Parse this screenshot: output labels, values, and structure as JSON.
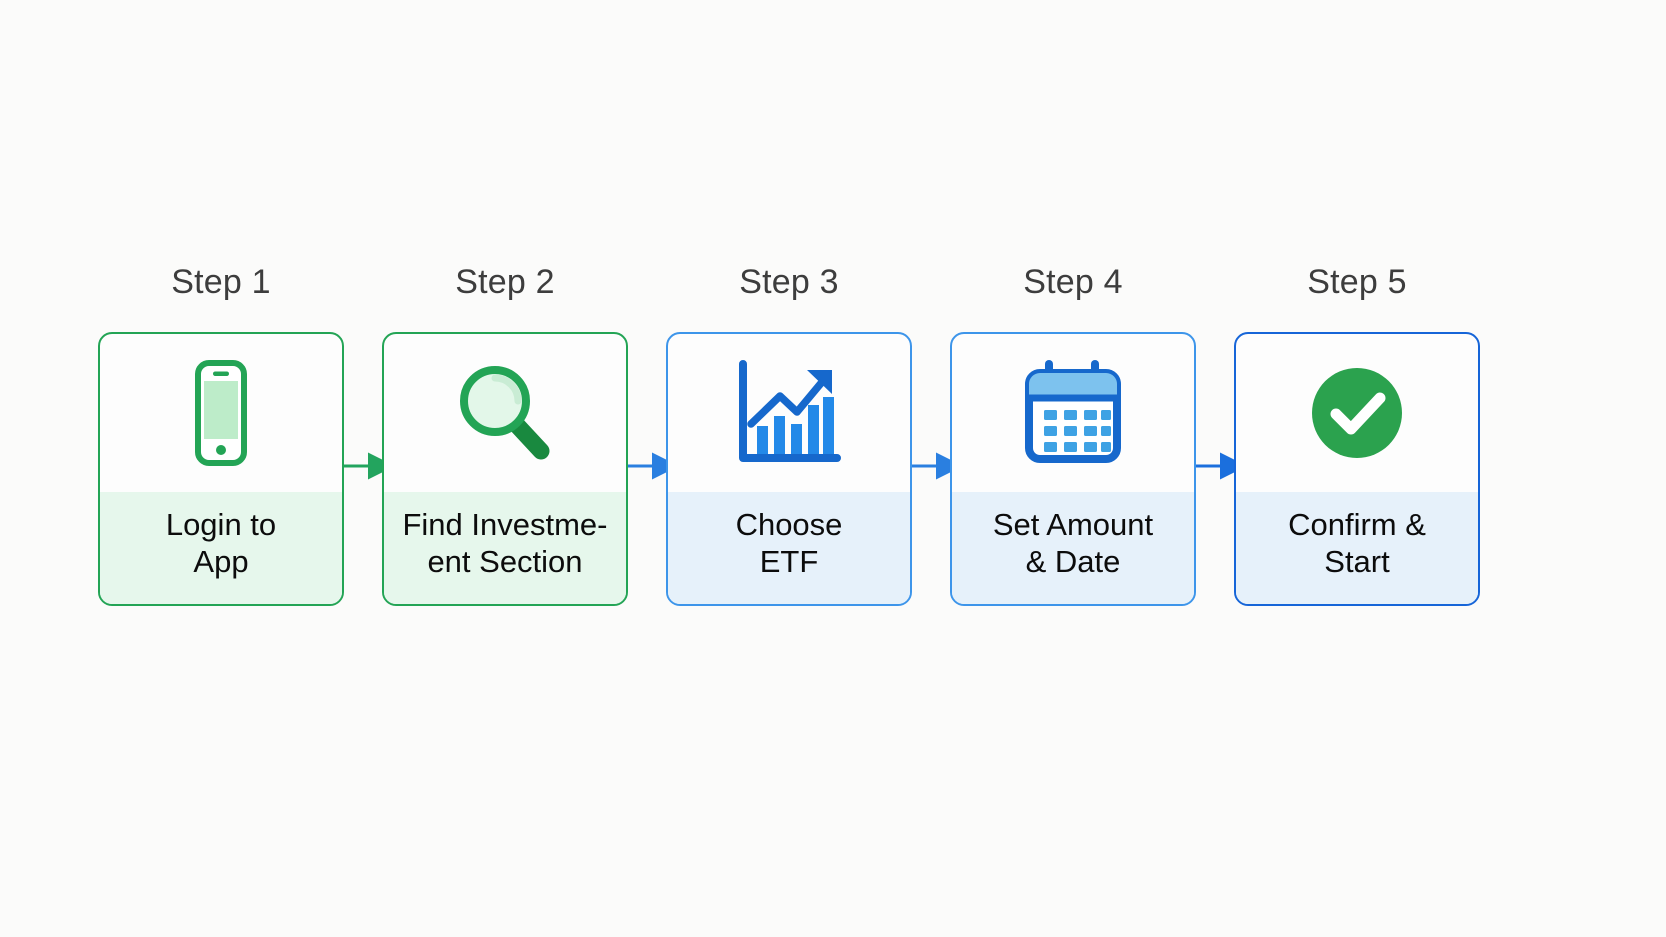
{
  "diagram": {
    "title_text": "",
    "background_color": "#fbfbfa",
    "steps": [
      {
        "caption": "Step 1",
        "label": "Login to\nApp",
        "icon": "smartphone-icon",
        "accent_color": "#23a455",
        "label_band_color": "#e6f7ec",
        "border_style": "green"
      },
      {
        "caption": "Step 2",
        "label": "Find Investme-\nent Section",
        "icon": "magnifier-icon",
        "accent_color": "#23a455",
        "label_band_color": "#e9f7ef",
        "border_style": "green"
      },
      {
        "caption": "Step 3",
        "label": "Choose\nETF",
        "icon": "bar-chart-growth-icon",
        "accent_color": "#1b7fe0",
        "label_band_color": "#e6f1fa",
        "border_style": "blue"
      },
      {
        "caption": "Step 4",
        "label": "Set Amount\n& Date",
        "icon": "calendar-icon",
        "accent_color": "#1b7fe0",
        "label_band_color": "#e8f2fb",
        "border_style": "blue"
      },
      {
        "caption": "Step 5",
        "label": "Confirm &\nStart",
        "icon": "check-circle-icon",
        "accent_color": "#1665d8",
        "label_band_color": "#e8f2fb",
        "border_style": "blue-strong"
      }
    ],
    "connectors": [
      {
        "name": "connector-1-to-2",
        "color": "#23a45e"
      },
      {
        "name": "connector-2-to-3",
        "color": "#2a7fe0"
      },
      {
        "name": "connector-3-to-4",
        "color": "#2a7fe0"
      },
      {
        "name": "connector-4-to-5",
        "color": "#1b6fdd"
      }
    ]
  }
}
